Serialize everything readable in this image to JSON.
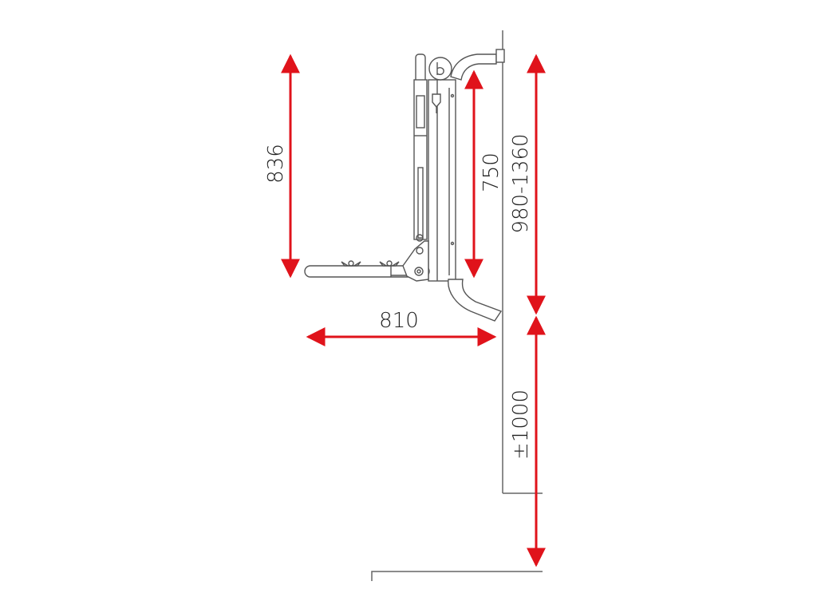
{
  "colors": {
    "dimension": "#e0131b",
    "line": "#555555",
    "text": "#222222",
    "background": "#ffffff"
  },
  "dimensions": {
    "overall_height": "836",
    "frame_height": "750",
    "mount_height": "980-1360",
    "depth": "810",
    "ground_clearance": "±1000"
  },
  "icons": {
    "logo": "circle-b-logo-icon"
  }
}
